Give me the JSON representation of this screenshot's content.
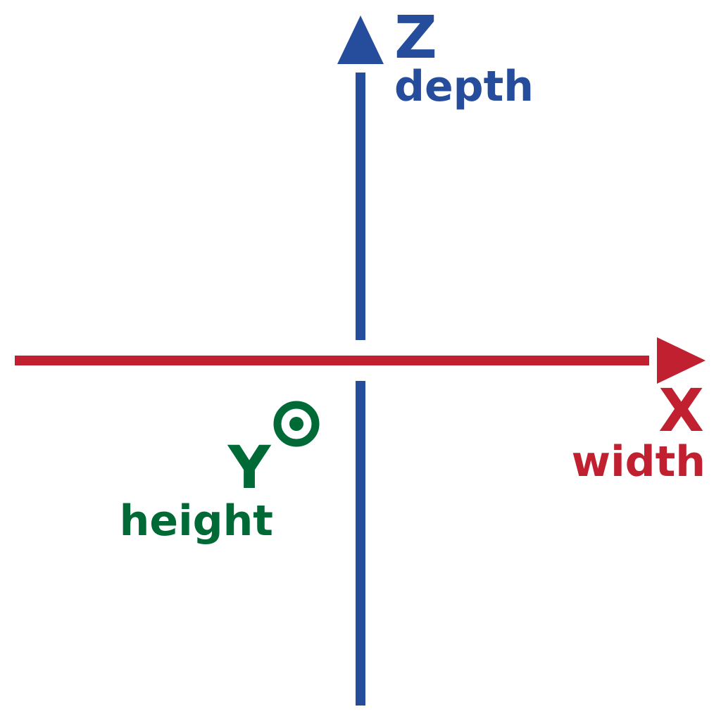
{
  "colors": {
    "x_axis": "#c0202f",
    "y_axis": "#006a36",
    "z_axis": "#264d9b",
    "background": "#ffffff"
  },
  "axes": {
    "x": {
      "letter": "X",
      "name": "width",
      "direction": "right"
    },
    "y": {
      "letter": "Y",
      "name": "height",
      "direction": "out-of-page",
      "symbol": "dot-in-circle-icon"
    },
    "z": {
      "letter": "Z",
      "name": "depth",
      "direction": "up"
    }
  }
}
